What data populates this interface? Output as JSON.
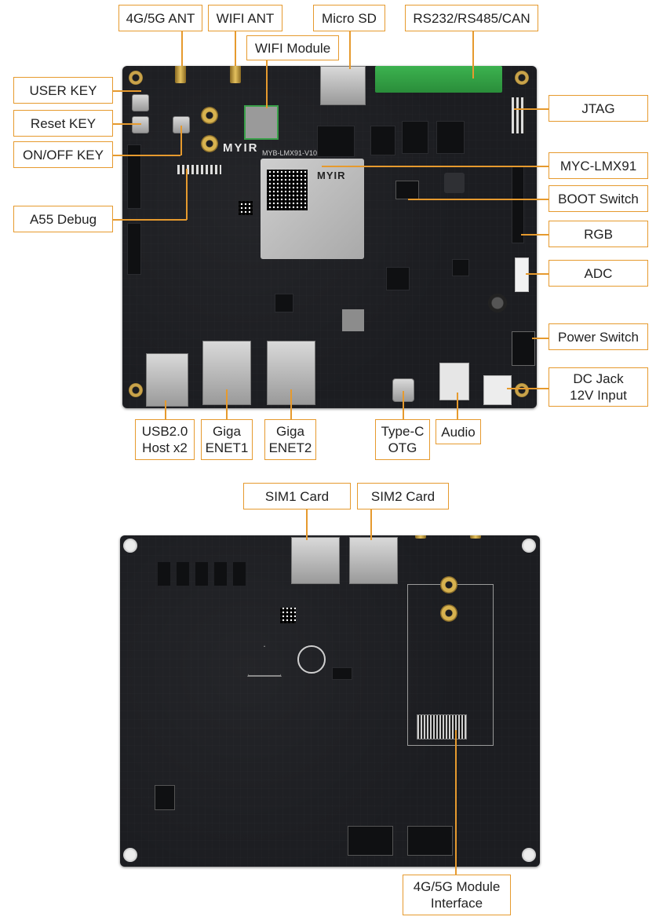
{
  "labels": {
    "ant_4g5g": "4G/5G ANT",
    "wifi_ant": "WIFI ANT",
    "micro_sd": "Micro SD",
    "serial": "RS232/RS485/CAN",
    "wifi_module": "WIFI Module",
    "user_key": "USER KEY",
    "reset_key": "Reset KEY",
    "onoff_key": "ON/OFF KEY",
    "a55_debug": "A55 Debug",
    "jtag": "JTAG",
    "som": "MYC-LMX91",
    "boot_switch": "BOOT Switch",
    "rgb": "RGB",
    "adc": "ADC",
    "power_switch": "Power Switch",
    "dc_jack": "DC Jack\n12V Input",
    "usb": "USB2.0\nHost x2",
    "enet1": "Giga\nENET1",
    "enet2": "Giga\nENET2",
    "typec": "Type-C\nOTG",
    "audio": "Audio",
    "sim1": "SIM1 Card",
    "sim2": "SIM2 Card",
    "module_if": "4G/5G Module\nInterface"
  },
  "board": {
    "brand_logo": "MYIR",
    "som_logo": "MYIR",
    "board_silk": "MYB-LMX91-V10"
  },
  "colors": {
    "callout": "#e69a2e",
    "pcb": "#1c1d21"
  }
}
